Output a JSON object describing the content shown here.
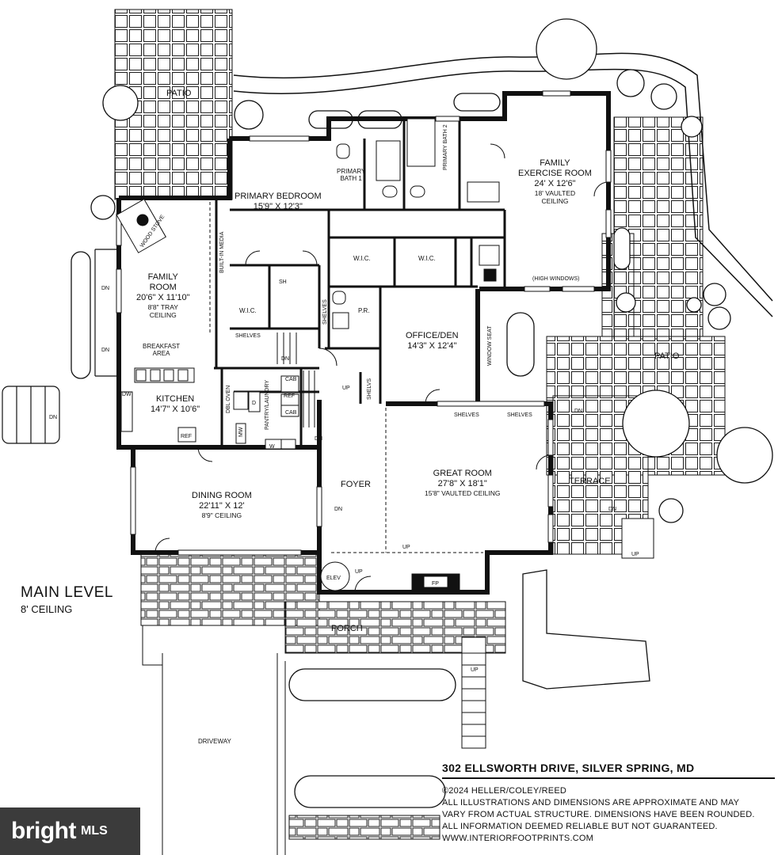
{
  "rooms": {
    "patio_top": {
      "name": "PATIO"
    },
    "primary_bedroom": {
      "name": "PRIMARY BEDROOM",
      "dims": "15'9\" X 12'3\""
    },
    "primary_bath_1": {
      "line1": "PRIMARY",
      "line2": "BATH 1"
    },
    "primary_bath_2": {
      "line1": "PRIMARY",
      "line2": "BATH 2"
    },
    "family_exercise": {
      "line1": "FAMILY",
      "line2": "EXERCISE ROOM",
      "dims": "24' X 12'6\"",
      "ceiling1": "18' VAULTED",
      "ceiling2": "CEILING",
      "note": "(HIGH WINDOWS)"
    },
    "family_room": {
      "line1": "FAMILY",
      "line2": "ROOM",
      "dims": "20'6\" X 11'10\"",
      "ceiling1": "8'8\" TRAY",
      "ceiling2": "CEILING"
    },
    "breakfast": {
      "line1": "BREAKFAST",
      "line2": "AREA"
    },
    "kitchen": {
      "name": "KITCHEN",
      "dims": "14'7\" X 10'6\""
    },
    "wic_1": {
      "name": "W.I.C."
    },
    "wic_2": {
      "name": "W.I.C."
    },
    "wic_3": {
      "name": "W.I.C."
    },
    "pr": {
      "name": "P.R."
    },
    "office": {
      "name": "OFFICE/DEN",
      "dims": "14'3\" X 12'4\""
    },
    "patio_right": {
      "name": "PATIO"
    },
    "great_room": {
      "name": "GREAT ROOM",
      "dims": "27'8\" X 18'1\"",
      "ceiling": "15'8\" VAULTED CEILING"
    },
    "terrace": {
      "name": "TERRACE"
    },
    "foyer": {
      "name": "FOYER"
    },
    "dining": {
      "name": "DINING ROOM",
      "dims": "22'11\" X 12'",
      "ceiling": "8'9\" CEILING"
    },
    "porch": {
      "name": "PORCH"
    },
    "driveway": {
      "name": "DRIVEWAY"
    },
    "pantry": {
      "line1": "PANTRY/",
      "line2": "LAUNDRY"
    }
  },
  "fixtures": {
    "wood_stove": "WOOD STOVE",
    "built_in_media": "BUILT-IN MEDIA",
    "shelves": "SHELVES",
    "shelvs": "SHELVS",
    "window_seat": "WINDOW SEAT",
    "sh": "SH",
    "dw": "DW",
    "ref": "REF",
    "cab": "CAB",
    "dbl_oven": "DBL OVEN",
    "mw": "MW",
    "d": "D",
    "w": "W",
    "elev": "ELEV",
    "fp": "FP"
  },
  "stairs": {
    "up": "UP",
    "dn": "DN"
  },
  "legend": {
    "title": "MAIN LEVEL",
    "subtitle": "8' CEILING"
  },
  "footer": {
    "address": "302 ELLSWORTH DRIVE, SILVER SPRING, MD",
    "copyright": "©2024 HELLER/COLEY/REED",
    "disclaimer1": "ALL ILLUSTRATIONS AND DIMENSIONS ARE APPROXIMATE AND MAY",
    "disclaimer2": "VARY FROM ACTUAL STRUCTURE. DIMENSIONS HAVE BEEN ROUNDED.",
    "disclaimer3": "ALL INFORMATION DEEMED RELIABLE BUT NOT GUARANTEED.",
    "website": "WWW.INTERIORFOOTPRINTS.COM"
  },
  "watermark": {
    "brand": "bright",
    "suffix": "MLS"
  },
  "colors": {
    "wall": "#111111",
    "background": "#ffffff",
    "brand_bg": "#3b3b3b"
  }
}
